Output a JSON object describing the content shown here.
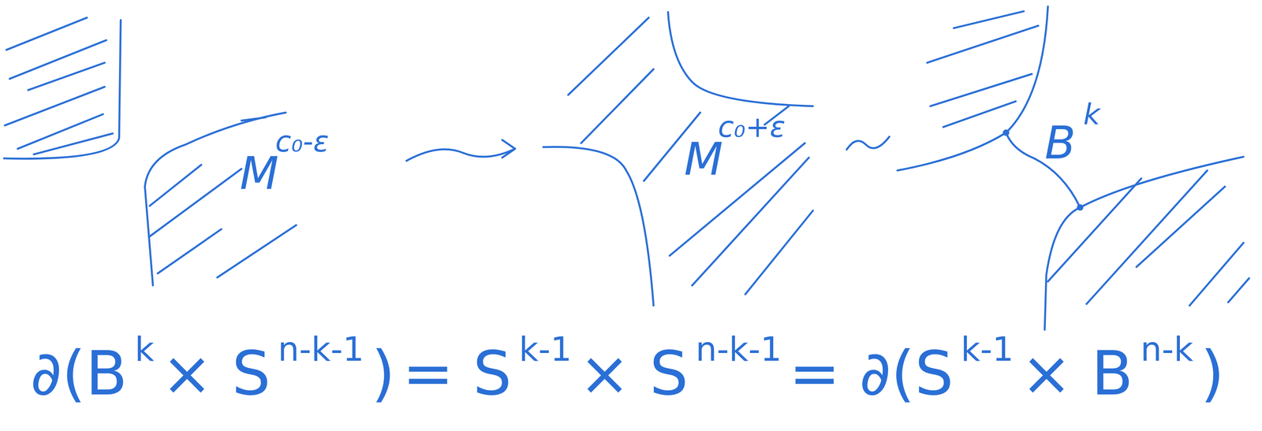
{
  "diagram": {
    "labels": [
      "M",
      "c₀-ε",
      "M",
      "c₀+ε",
      "B",
      "k",
      "∂(B",
      "k",
      "× S",
      "n-k-1",
      ")",
      "= S",
      "k-1",
      "× S",
      "n-k-1",
      "= ∂(S",
      "k-1",
      "× B",
      "n-k",
      ")"
    ]
  }
}
